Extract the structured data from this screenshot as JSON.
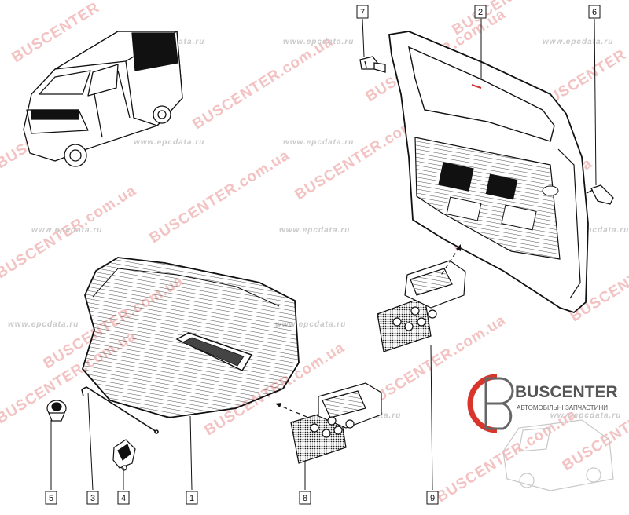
{
  "callouts": [
    {
      "id": "callout-7",
      "label": "7"
    },
    {
      "id": "callout-2",
      "label": "2"
    },
    {
      "id": "callout-6",
      "label": "6"
    },
    {
      "id": "callout-5",
      "label": "5"
    },
    {
      "id": "callout-3",
      "label": "3"
    },
    {
      "id": "callout-4",
      "label": "4"
    },
    {
      "id": "callout-1",
      "label": "1"
    },
    {
      "id": "callout-8",
      "label": "8"
    },
    {
      "id": "callout-9",
      "label": "9"
    }
  ],
  "watermarks": {
    "big": "BUSCENTER.com.ua",
    "big_short": "BUSCENTER",
    "small": "www.epcdata.ru"
  },
  "brand": {
    "name": "BUSCENTER",
    "tagline": "АВТОМОБІЛЬНІ ЗАПЧАСТИНИ"
  },
  "colors": {
    "watermark_red": "#f3c2c2",
    "watermark_gray": "#c9c9c9",
    "brand_red": "#d9352b",
    "ink": "#111111"
  }
}
